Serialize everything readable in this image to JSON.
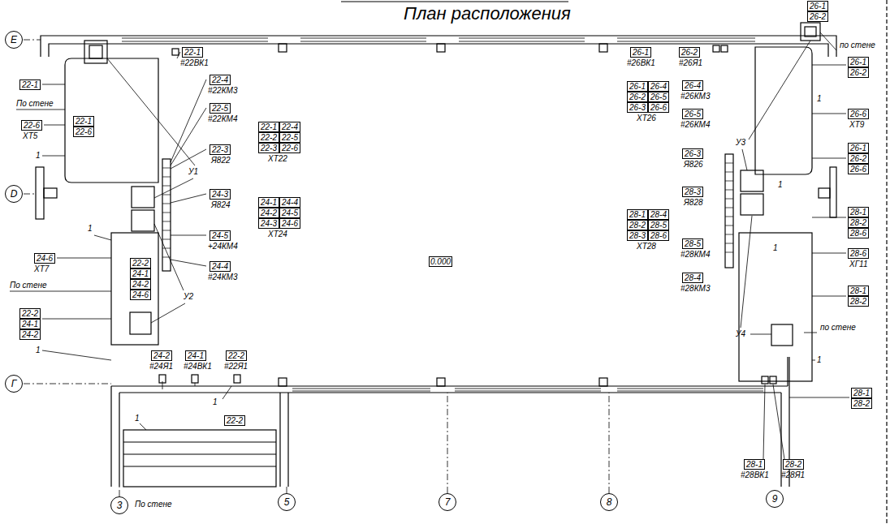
{
  "diagram": {
    "title": "План расположения",
    "nodes": [
      {
        "text": [
          "Е"
        ]
      },
      {
        "text": [
          "D"
        ]
      },
      {
        "text": [
          "Г"
        ]
      },
      {
        "text": [
          "3"
        ]
      },
      {
        "text": [
          "5"
        ]
      },
      {
        "text": [
          "7"
        ]
      },
      {
        "text": [
          "8"
        ]
      },
      {
        "text": [
          "9"
        ]
      }
    ],
    "labels": [
      "22-1",
      "#22ВК1",
      "22-1",
      "По стене",
      "22-6",
      "ХТ5",
      "22-1",
      "22-6",
      "1",
      "У1",
      "22-4",
      "#22КМ3",
      "22-5",
      "#22КМ4",
      "22-1",
      "22-4",
      "22-2",
      "22-5",
      "22-3",
      "22-6",
      "ХТ22",
      "22-3",
      "Я822",
      "24-3",
      "Я824",
      "24-1",
      "24-4",
      "24-2",
      "24-5",
      "24-3",
      "24-6",
      "ХТ24",
      "24-5",
      "+24КМ4",
      "24-4",
      "#24КМ3",
      "У2",
      "1",
      "24-6",
      "ХТ7",
      "По стене",
      "22-2",
      "24-1",
      "24-2",
      "24-6",
      "22-2",
      "24-1",
      "24-2",
      "1",
      "24-2",
      "#24Я1",
      "24-1",
      "#24ВК1",
      "22-2",
      "#22Я1",
      "1",
      "22-2",
      "1",
      "По стене",
      "0.000",
      "26-1",
      "26-2",
      "по стене",
      "26-1",
      "26-2",
      "26-1",
      "#26ВК1",
      "26-2",
      "#26Я1",
      "1",
      "26-6",
      "ХТ9",
      "26-1",
      "26-2",
      "26-6",
      "26-1",
      "26-4",
      "26-2",
      "26-5",
      "26-3",
      "26-6",
      "ХТ26",
      "26-4",
      "#26КМ3",
      "26-5",
      "#26КМ4",
      "26-3",
      "Я826",
      "28-3",
      "Я828",
      "28-1",
      "28-4",
      "28-2",
      "28-5",
      "28-3",
      "28-6",
      "ХТ28",
      "28-5",
      "#28КМ4",
      "28-4",
      "#28КМ3",
      "У3",
      "У4",
      "28-1",
      "28-2",
      "28-6",
      "28-6",
      "ХГ11",
      "28-1",
      "28-2",
      "по стене",
      "1",
      "28-1",
      "28-2",
      "28-1",
      "#28ВК1",
      "28-2",
      "#28Я1",
      "1",
      "1"
    ]
  }
}
